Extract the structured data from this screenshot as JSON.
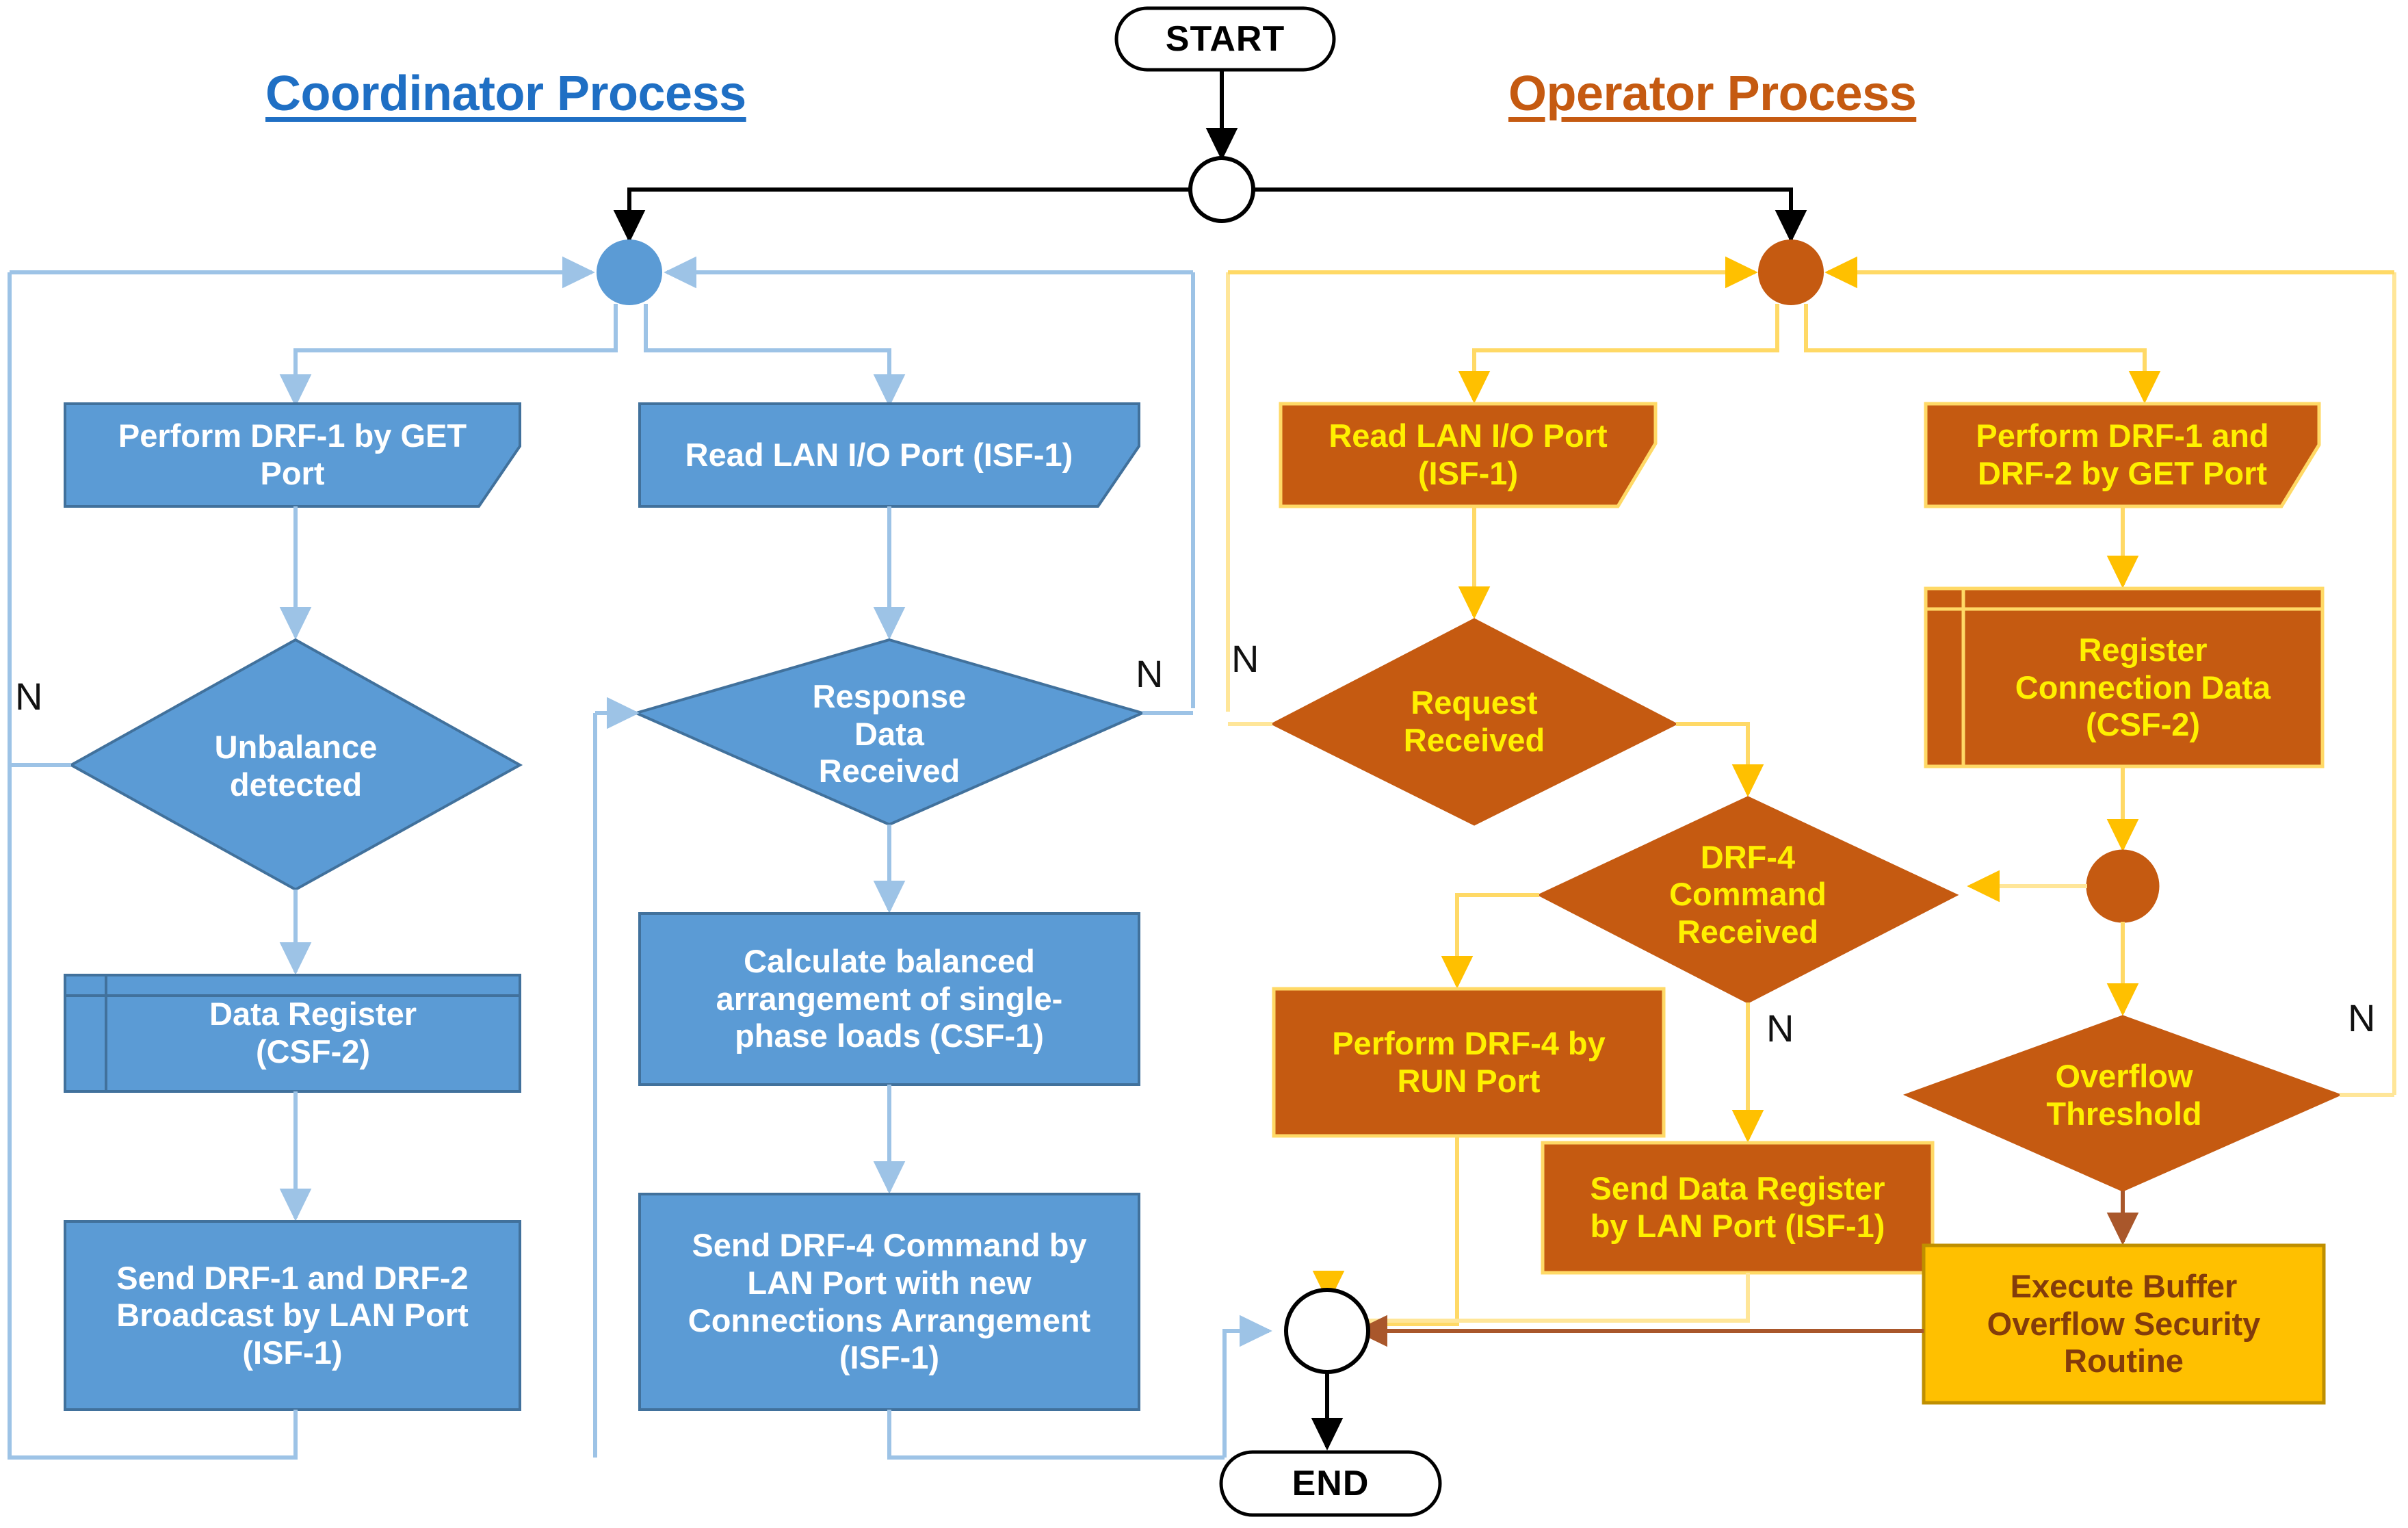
{
  "figure": {
    "kind": "flowchart",
    "background": "#FFFFFF"
  },
  "colors": {
    "coordinator_fill": "#5B9BD5",
    "coordinator_stroke": "#41719C",
    "coordinator_connector": "#9DC3E6",
    "operator_fill": "#C55A11",
    "operator_stroke": "#FFD966",
    "operator_connector": "#FFD966",
    "operator_connector_pale": "#FFE699",
    "highlight_fill": "#FFC000",
    "highlight_text": "#833C0B",
    "highlight_stroke": "#BF8F00",
    "title_blue": "#1F6FC4",
    "title_orange": "#C55A11",
    "text_white": "#FFFFFF",
    "text_yellow": "#FFF000",
    "black": "#000000"
  },
  "titles": {
    "coordinator": "Coordinator Process",
    "operator": "Operator Process"
  },
  "terminators": {
    "start": "START",
    "end": "END"
  },
  "branch_labels": {
    "unbalance_no": "N",
    "response_no": "N",
    "request_no": "N",
    "drf4_no": "N",
    "overflow_no": "N"
  },
  "coordinator": {
    "nodes": [
      {
        "id": "perform-drf1-get-port",
        "shape": "process-clipped",
        "text": "Perform DRF-1 by GET\nPort"
      },
      {
        "id": "unbalance-detected",
        "shape": "decision",
        "text": "Unbalance\ndetected"
      },
      {
        "id": "data-register-csf2",
        "shape": "predefined-process",
        "text": "Data Register\n(CSF-2)"
      },
      {
        "id": "send-drf1-drf2-broadcast",
        "shape": "process",
        "text": "Send DRF-1 and DRF-2\nBroadcast by LAN Port\n(ISF-1)"
      },
      {
        "id": "read-lan-io-port-isf1",
        "shape": "process-clipped",
        "text": "Read LAN I/O Port  (ISF-1)"
      },
      {
        "id": "response-data-received",
        "shape": "decision",
        "text": "Response\nData\nReceived"
      },
      {
        "id": "calculate-balanced-arrangement",
        "shape": "process",
        "text": "Calculate balanced\narrangement of single-\nphase loads (CSF-1)"
      },
      {
        "id": "send-drf4-command",
        "shape": "process",
        "text": "Send DRF-4 Command by\nLAN Port with new\nConnections Arrangement\n(ISF-1)"
      }
    ]
  },
  "operator": {
    "nodes": [
      {
        "id": "read-lan-io-port-isf1-op",
        "shape": "process-clipped",
        "text": "Read LAN I/O Port\n(ISF-1)"
      },
      {
        "id": "request-received",
        "shape": "decision",
        "text": "Request\nReceived"
      },
      {
        "id": "drf4-command-received",
        "shape": "decision",
        "text": "DRF-4\nCommand\nReceived"
      },
      {
        "id": "perform-drf4-run-port",
        "shape": "process",
        "text": "Perform DRF-4 by\nRUN Port"
      },
      {
        "id": "send-data-register-lan",
        "shape": "process",
        "text": "Send Data Register\nby LAN Port (ISF-1)"
      },
      {
        "id": "perform-drf1-drf2-get-port",
        "shape": "process-clipped",
        "text": "Perform DRF-1 and\nDRF-2 by GET Port"
      },
      {
        "id": "register-connection-data-csf2",
        "shape": "predefined-process",
        "text": "Register\nConnection Data\n(CSF-2)"
      },
      {
        "id": "overflow-threshold",
        "shape": "decision",
        "text": "Overflow\nThreshold"
      },
      {
        "id": "execute-buffer-overflow-routine",
        "shape": "process-highlight",
        "text": "Execute Buffer\nOverflow Security\nRoutine"
      }
    ]
  }
}
